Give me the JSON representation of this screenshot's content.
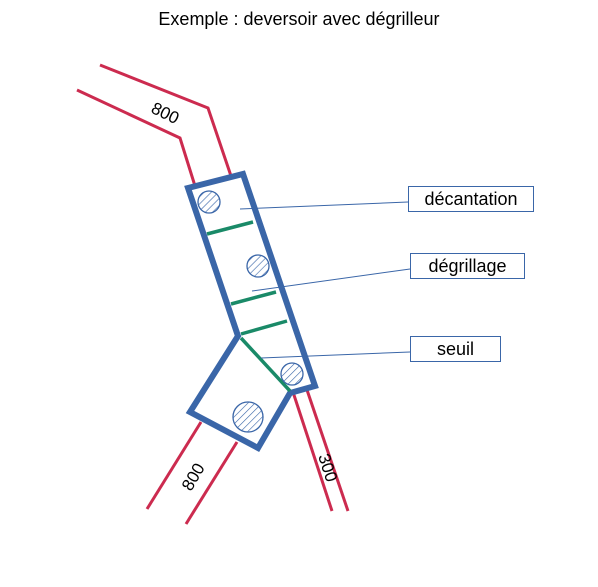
{
  "title": "Exemple : deversoir avec dégrilleur",
  "labels": {
    "decantation": "décantation",
    "degrillage": "dégrillage",
    "seuil": "seuil"
  },
  "pipes": {
    "inlet": "800",
    "outlet_overflow": "800",
    "outlet_main": "300"
  },
  "colors": {
    "pipe": "#cc2b4f",
    "chamber": "#3a66a8",
    "screen": "#1a8a68",
    "leader": "#3a66a8"
  }
}
